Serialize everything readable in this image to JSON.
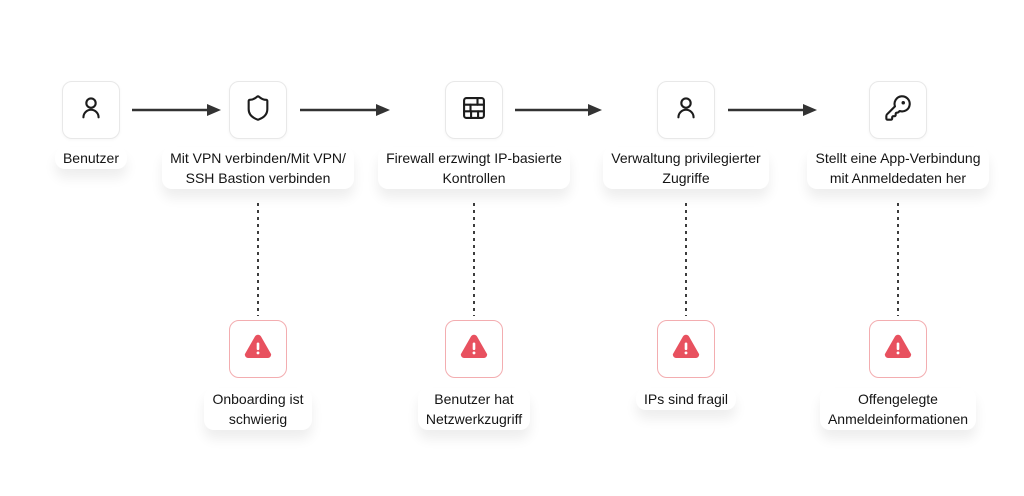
{
  "nodes": [
    {
      "label": "Benutzer",
      "icon": "user-icon"
    },
    {
      "label": "Mit VPN verbinden/Mit VPN/\nSSH Bastion verbinden",
      "icon": "shield-icon"
    },
    {
      "label": "Firewall erzwingt IP-basierte\nKontrollen",
      "icon": "firewall-brick-icon"
    },
    {
      "label": "Verwaltung privilegierter\nZugriffe",
      "icon": "user-icon"
    },
    {
      "label": "Stellt eine App-Verbindung\nmit Anmeldedaten her",
      "icon": "key-icon"
    }
  ],
  "warnings": [
    {
      "label": "Onboarding ist\nschwierig",
      "icon": "warning-triangle-icon"
    },
    {
      "label": "Benutzer hat\nNetzwerkzugriff",
      "icon": "warning-triangle-icon"
    },
    {
      "label": "IPs sind fragil",
      "icon": "warning-triangle-icon"
    },
    {
      "label": "Offengelegte\nAnmeldeinformationen",
      "icon": "warning-triangle-icon"
    }
  ],
  "colors": {
    "icon_stroke": "#1c1c1c",
    "arrow": "#333333",
    "node_border": "#e8e8e8",
    "warning_border": "#f3adb0",
    "warning_red": "#e8515f",
    "text": "#141414",
    "background": "#ffffff"
  }
}
